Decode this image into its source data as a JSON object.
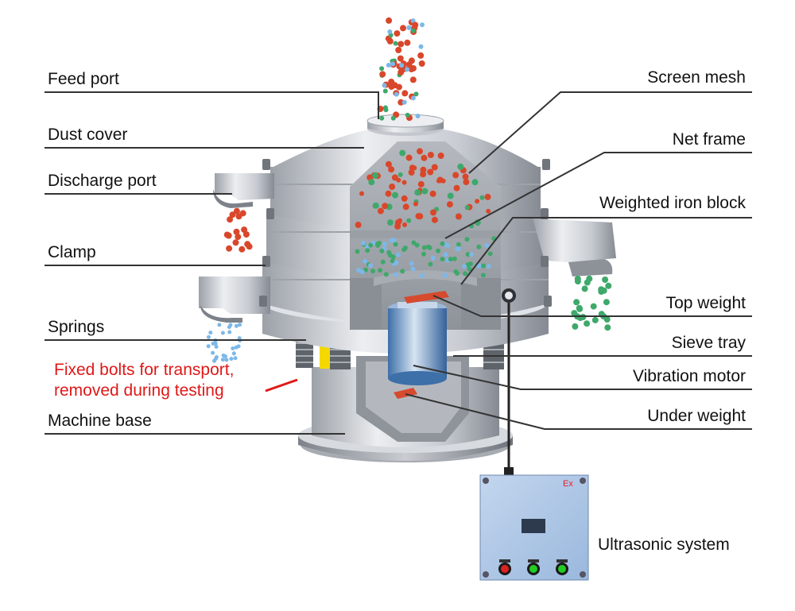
{
  "labels": {
    "feed_port": "Feed port",
    "dust_cover": "Dust cover",
    "discharge_port": "Discharge port",
    "clamp": "Clamp",
    "springs": "Springs",
    "fixed_bolts_line1": "Fixed bolts for transport,",
    "fixed_bolts_line2": "removed during testing",
    "machine_base": "Machine base",
    "screen_mesh": "Screen mesh",
    "net_frame": "Net frame",
    "weighted_iron_block": "Weighted iron block",
    "top_weight": "Top weight",
    "sieve_tray": "Sieve tray",
    "vibration_motor": "Vibration motor",
    "under_weight": "Under weight",
    "ultrasonic_system": "Ultrasonic system"
  },
  "control_box": {
    "ex_mark": "Ex"
  },
  "colors": {
    "label_text": "#111111",
    "warning_text": "#e01818",
    "leader_line": "#333333",
    "metal_light": "#e4e6ea",
    "metal_mid": "#b9bdc4",
    "metal_dark": "#7d828a",
    "particle_red": "#d9472b",
    "particle_green": "#3fa86b",
    "particle_blue": "#7db8e8",
    "control_box": "#a9c4e6",
    "bolt_yellow": "#f4d800"
  }
}
